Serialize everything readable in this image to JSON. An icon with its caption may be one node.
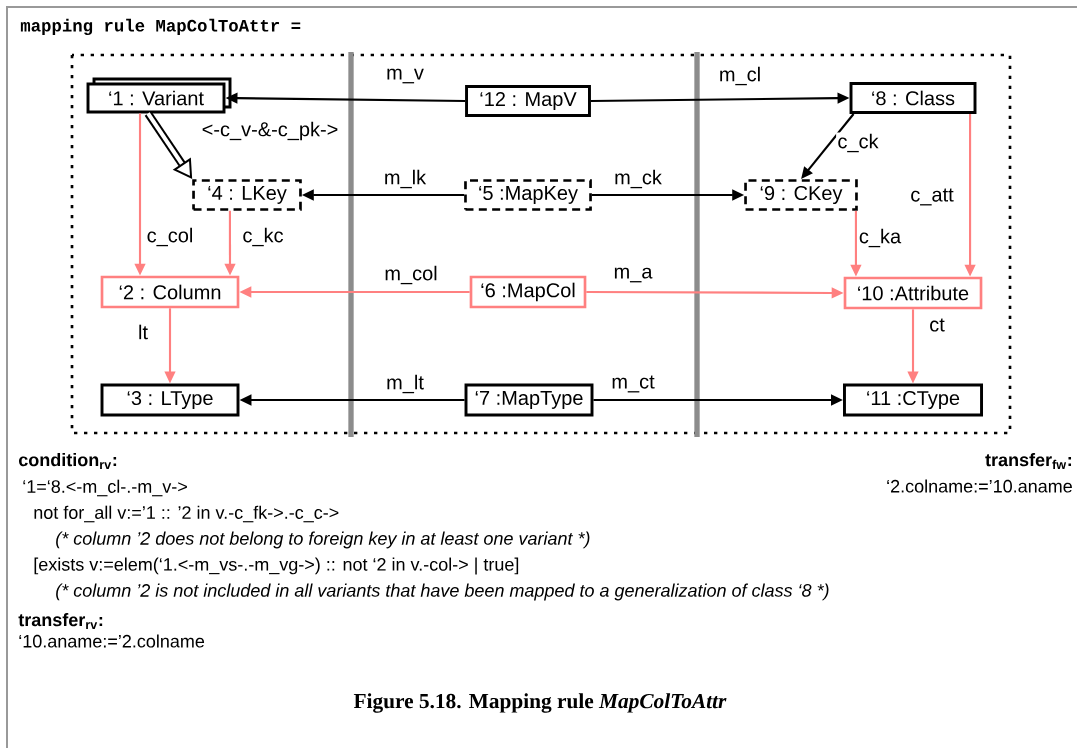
{
  "diagram": {
    "title": "mapping rule MapColToAttr =",
    "caption": "Figure 5.18.  Mapping rule *MapColToAttr*",
    "nodes": [
      {
        "text": [
          "‘1  : Variant"
        ]
      },
      {
        "text": [
          "‘12 : MapV"
        ]
      },
      {
        "text": [
          "‘8 : Class"
        ]
      },
      {
        "text": [
          "‘4 : LKey"
        ]
      },
      {
        "text": [
          "‘5 :MapKey"
        ]
      },
      {
        "text": [
          "‘9 : CKey"
        ]
      },
      {
        "text": [
          "‘2  : Column"
        ]
      },
      {
        "text": [
          "‘6 :MapCol"
        ]
      },
      {
        "text": [
          "‘10 :Attribute"
        ]
      },
      {
        "text": [
          "‘3  : LType"
        ]
      },
      {
        "text": [
          "‘7 :MapType"
        ]
      },
      {
        "text": [
          "‘11 :CType"
        ]
      }
    ],
    "edges": [
      {
        "from": 1,
        "to": 0,
        "arrow": "to",
        "label": "m_v",
        "color": "#000000"
      },
      {
        "from": 1,
        "to": 2,
        "arrow": "to",
        "label": "m_cl",
        "color": "#000000"
      },
      {
        "from": 0,
        "to": 3,
        "arrow": "to",
        "label": "<-c_v-&-c_pk->",
        "style": "thick",
        "color": "#000000"
      },
      {
        "from": 2,
        "to": 5,
        "arrow": "to",
        "label": "c_ck",
        "color": "#000000"
      },
      {
        "from": 4,
        "to": 3,
        "arrow": "to",
        "label": "m_lk",
        "color": "#000000"
      },
      {
        "from": 4,
        "to": 5,
        "arrow": "to",
        "label": "m_ck",
        "color": "#000000"
      },
      {
        "from": 0,
        "to": 6,
        "arrow": "to",
        "label": "c_col",
        "color": "#ff8080"
      },
      {
        "from": 3,
        "to": 6,
        "arrow": "to",
        "label": "c_kc",
        "color": "#ff8080"
      },
      {
        "from": 5,
        "to": 8,
        "arrow": "to",
        "label": "c_ka",
        "color": "#ff8080"
      },
      {
        "from": 2,
        "to": 8,
        "arrow": "to",
        "label": "c_att",
        "color": "#ff8080"
      },
      {
        "from": 7,
        "to": 6,
        "arrow": "to",
        "label": "m_col",
        "color": "#ff8080"
      },
      {
        "from": 7,
        "to": 8,
        "arrow": "to",
        "label": "m_a",
        "color": "#ff8080"
      },
      {
        "from": 6,
        "to": 9,
        "arrow": "to",
        "label": "lt",
        "color": "#ff8080"
      },
      {
        "from": 8,
        "to": 11,
        "arrow": "to",
        "label": "ct",
        "color": "#ff8080"
      },
      {
        "from": 10,
        "to": 9,
        "arrow": "to",
        "label": "m_lt",
        "color": "#000000"
      },
      {
        "from": 10,
        "to": 11,
        "arrow": "to",
        "label": "m_ct",
        "color": "#000000"
      }
    ],
    "labels": [
      "condition$_{rv}$:",
      "transfer$_{fw}$:",
      "‘1=‘8.<-m_cl-.-m_v->",
      "‘2.colname:=’10.aname",
      "not for_all v:=’1 :: ’2 in v.-c_fk->.-c_c->",
      "(* column ’2 does not belong to foreign key in at least one variant *)",
      "[exists v:=elem(‘1.<-m_vs-.-m_vg->) :: not ‘2 in v.-col-> | true]",
      "(* column ’2 is not included in all variants that have been mapped to a generalization of class ‘8 *)",
      "transfer$_{rv}$:",
      "‘10.aname:=’2.colname"
    ]
  }
}
